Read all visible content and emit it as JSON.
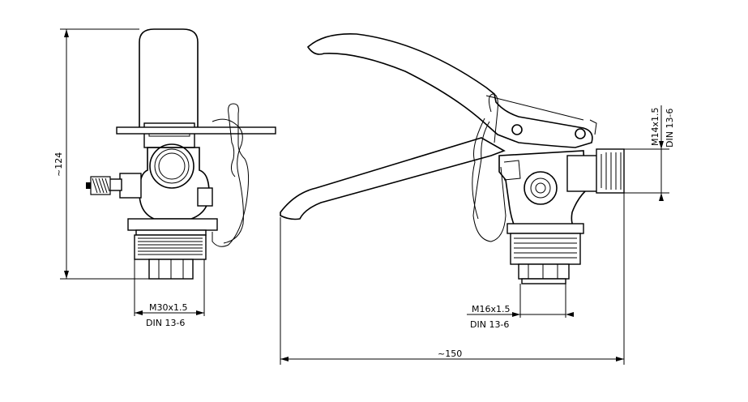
{
  "dimensions": {
    "height": "~124",
    "length": "~150",
    "outlet_thread": {
      "size": "M14x1.5",
      "standard": "DIN 13-6"
    },
    "inlet_thread_front": {
      "size": "M30x1.5",
      "standard": "DIN 13-6"
    },
    "inlet_thread_side": {
      "size": "M16x1.5",
      "standard": "DIN 13-6"
    }
  }
}
